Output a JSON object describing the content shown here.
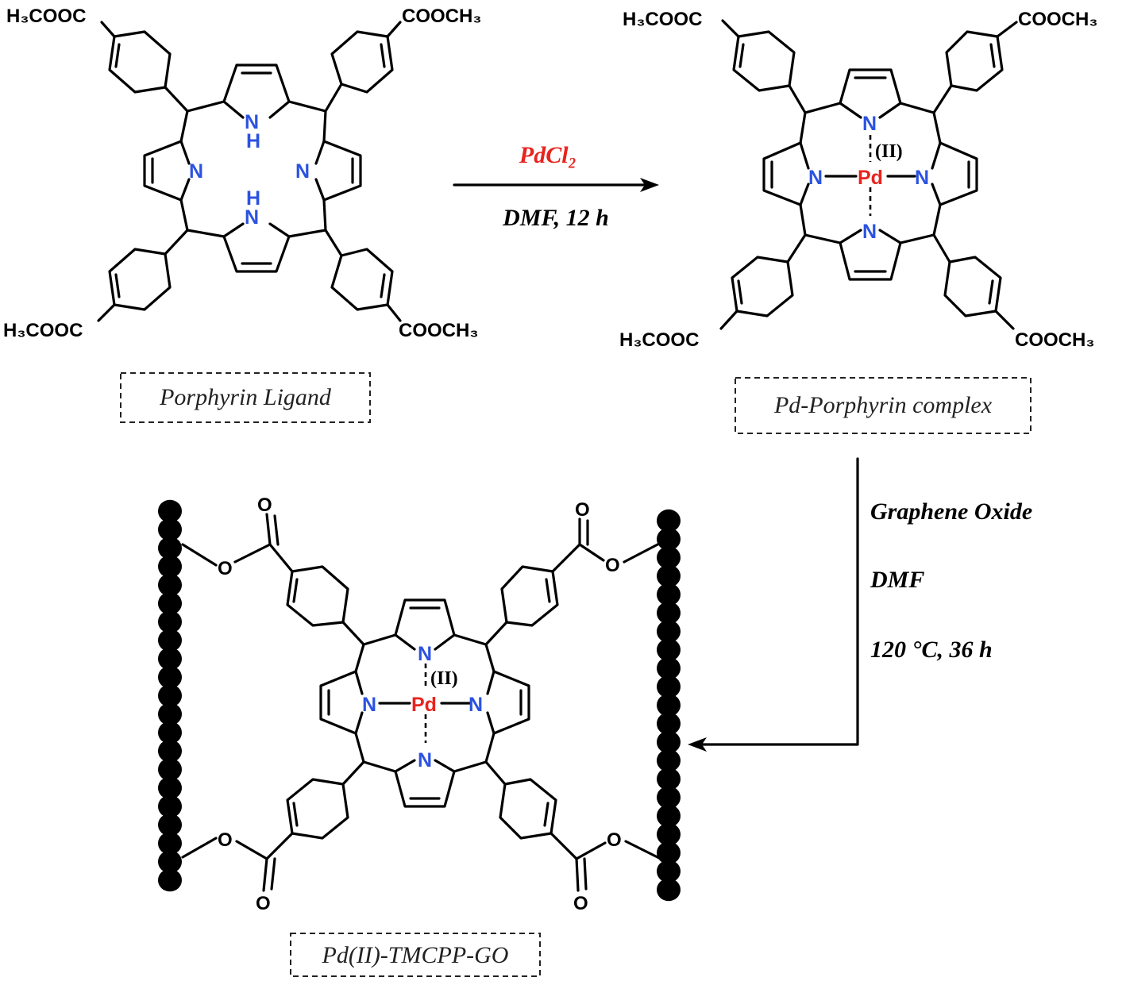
{
  "reaction": {
    "step1_reagent": "PdCl₂",
    "step1_conditions": "DMF, 12 h",
    "step2_reagent": "Graphene Oxide",
    "step2_solvent": "DMF",
    "step2_conditions": "120 °C, 36 h"
  },
  "compounds": {
    "ligand_caption": "Porphyrin Ligand",
    "complex_caption": "Pd-Porphyrin complex",
    "product_caption": "Pd(II)-TMCPP-GO"
  },
  "atoms": {
    "nitrogen": "N",
    "hydrogen": "H",
    "palladium": "Pd",
    "oxidation_state": "(II)",
    "oxygen": "O"
  },
  "groups": {
    "ester_left": "H₃COOC",
    "ester_right": "COOCH₃"
  },
  "colors": {
    "nitrogen": "#2b52e0",
    "palladium": "#e8231e",
    "reagent": "#e8231e",
    "bonds": "#000000"
  }
}
